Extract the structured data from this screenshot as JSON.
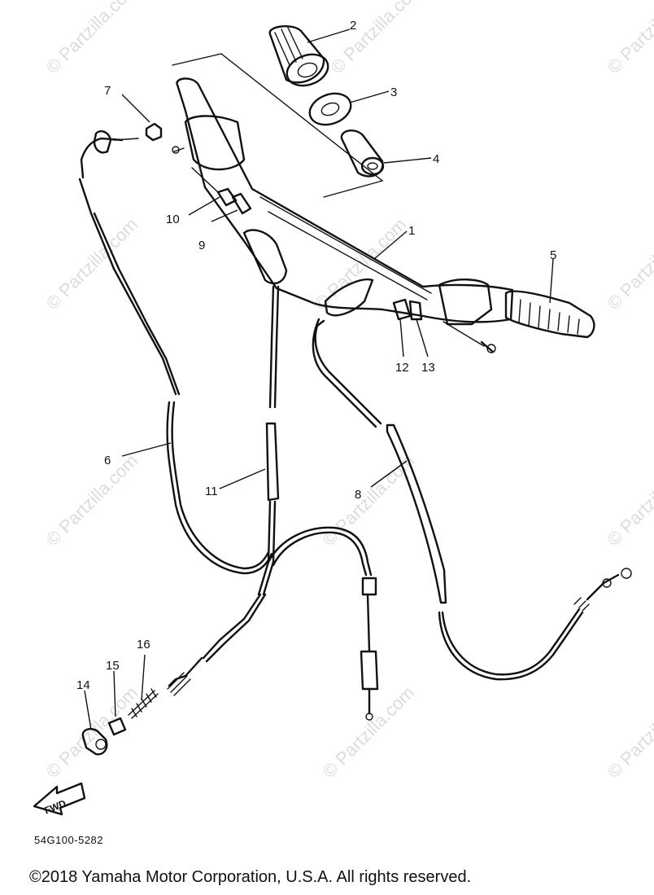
{
  "watermark_text": "© Partzilla.com",
  "callouts": {
    "c1": "1",
    "c2": "2",
    "c3": "3",
    "c4": "4",
    "c5": "5",
    "c6": "6",
    "c7": "7",
    "c8": "8",
    "c9": "9",
    "c10": "10",
    "c11": "11",
    "c12": "12",
    "c13": "13",
    "c14": "14",
    "c15": "15",
    "c16": "16"
  },
  "fwd_label": "FWD",
  "diagram_code": "54G100-5282",
  "copyright": "©2018 Yamaha Motor Corporation, U.S.A. All rights reserved."
}
